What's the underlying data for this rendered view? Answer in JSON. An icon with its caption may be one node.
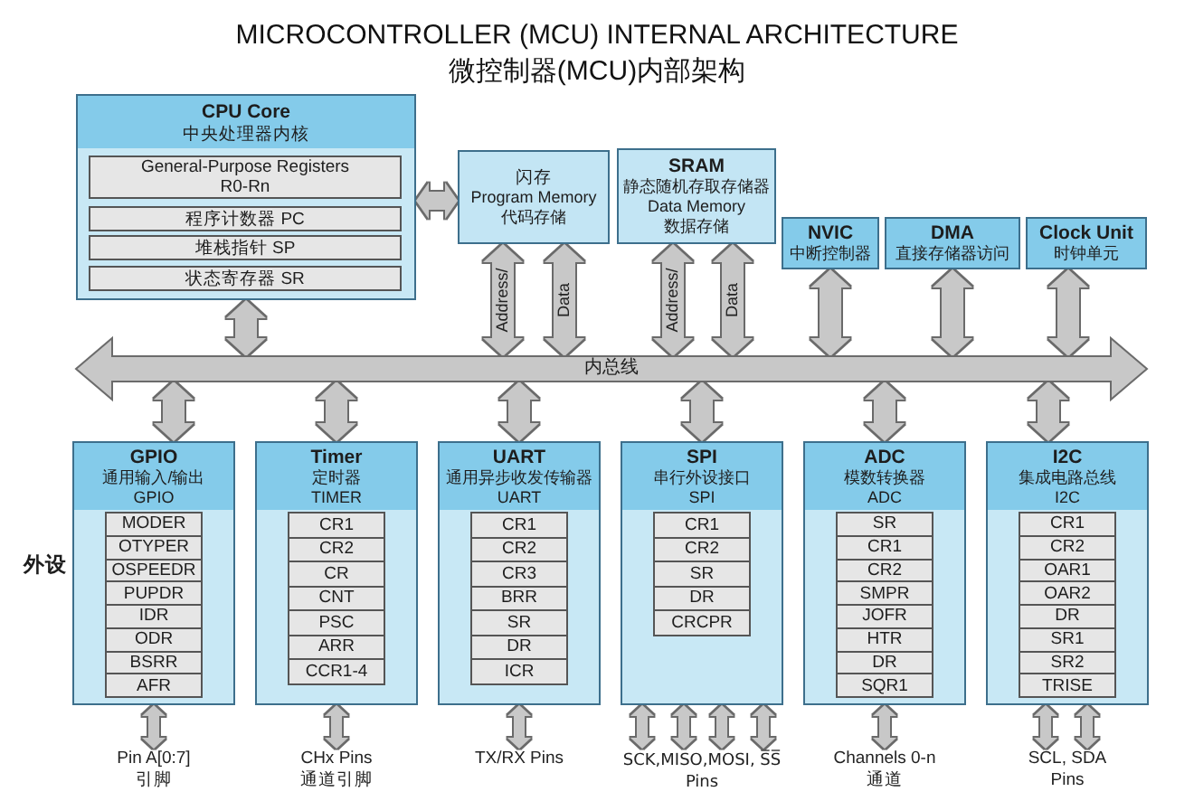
{
  "diagram": {
    "title": "MICROCONTROLLER (MCU) INTERNAL ARCHITECTURE 微控制器(MCU)内部架构",
    "nodes": [
      {
        "text": [
          "CPU Core",
          "中央处理器内核"
        ]
      },
      {
        "text": [
          "General-Purpose Registers R0-Rn"
        ],
        "in": 0
      },
      {
        "text": [
          "程序计数器 PC"
        ],
        "in": 0
      },
      {
        "text": [
          "堆栈指针 SP"
        ],
        "in": 0
      },
      {
        "text": [
          "状态寄存器 SR"
        ],
        "in": 0
      },
      {
        "text": [
          "闪存",
          "Program Memory",
          "代码存储"
        ]
      },
      {
        "text": [
          "SRAM",
          "静态随机存取存储器",
          "Data Memory",
          "数据存储"
        ]
      },
      {
        "text": [
          "NVIC",
          "中断控制器"
        ]
      },
      {
        "text": [
          "DMA",
          "直接存储器访问"
        ]
      },
      {
        "text": [
          "Clock Unit",
          "时钟单元"
        ]
      },
      {
        "text": [
          "内总线"
        ]
      },
      {
        "text": [
          "GPIO",
          "通用输入/输出",
          "GPIO"
        ]
      },
      {
        "text": [
          "MODER"
        ],
        "in": 11
      },
      {
        "text": [
          "OTYPER"
        ],
        "in": 11
      },
      {
        "text": [
          "OSPEEDR"
        ],
        "in": 11
      },
      {
        "text": [
          "PUPDR"
        ],
        "in": 11
      },
      {
        "text": [
          "IDR"
        ],
        "in": 11
      },
      {
        "text": [
          "ODR"
        ],
        "in": 11
      },
      {
        "text": [
          "BSRR"
        ],
        "in": 11
      },
      {
        "text": [
          "AFR"
        ],
        "in": 11
      },
      {
        "text": [
          "Timer",
          "定时器",
          "TIMER"
        ]
      },
      {
        "text": [
          "CR1"
        ],
        "in": 20
      },
      {
        "text": [
          "CR2"
        ],
        "in": 20
      },
      {
        "text": [
          "CR"
        ],
        "in": 20
      },
      {
        "text": [
          "CNT"
        ],
        "in": 20
      },
      {
        "text": [
          "PSC"
        ],
        "in": 20
      },
      {
        "text": [
          "ARR"
        ],
        "in": 20
      },
      {
        "text": [
          "CCR1-4"
        ],
        "in": 20
      },
      {
        "text": [
          "UART",
          "通用异步收发传输器",
          "UART"
        ]
      },
      {
        "text": [
          "CR1"
        ],
        "in": 28
      },
      {
        "text": [
          "CR2"
        ],
        "in": 28
      },
      {
        "text": [
          "CR3"
        ],
        "in": 28
      },
      {
        "text": [
          "BRR"
        ],
        "in": 28
      },
      {
        "text": [
          "SR"
        ],
        "in": 28
      },
      {
        "text": [
          "DR"
        ],
        "in": 28
      },
      {
        "text": [
          "ICR"
        ],
        "in": 28
      },
      {
        "text": [
          "SPI",
          "串行外设接口",
          "SPI"
        ]
      },
      {
        "text": [
          "CR1"
        ],
        "in": 36
      },
      {
        "text": [
          "CR2"
        ],
        "in": 36
      },
      {
        "text": [
          "SR"
        ],
        "in": 36
      },
      {
        "text": [
          "DR"
        ],
        "in": 36
      },
      {
        "text": [
          "CRCPR"
        ],
        "in": 36
      },
      {
        "text": [
          "ADC",
          "模数转换器",
          "ADC"
        ]
      },
      {
        "text": [
          "SR"
        ],
        "in": 42
      },
      {
        "text": [
          "CR1"
        ],
        "in": 42
      },
      {
        "text": [
          "CR2"
        ],
        "in": 42
      },
      {
        "text": [
          "SMPR"
        ],
        "in": 42
      },
      {
        "text": [
          "JOFR"
        ],
        "in": 42
      },
      {
        "text": [
          "HTR"
        ],
        "in": 42
      },
      {
        "text": [
          "DR"
        ],
        "in": 42
      },
      {
        "text": [
          "SQR1"
        ],
        "in": 42
      },
      {
        "text": [
          "I2C",
          "集成电路总线",
          "I2C"
        ]
      },
      {
        "text": [
          "CR1"
        ],
        "in": 51
      },
      {
        "text": [
          "CR2"
        ],
        "in": 51
      },
      {
        "text": [
          "OAR1"
        ],
        "in": 51
      },
      {
        "text": [
          "OAR2"
        ],
        "in": 51
      },
      {
        "text": [
          "DR"
        ],
        "in": 51
      },
      {
        "text": [
          "SR1"
        ],
        "in": 51
      },
      {
        "text": [
          "SR2"
        ],
        "in": 51
      },
      {
        "text": [
          "TRISE"
        ],
        "in": 51
      },
      {
        "text": [
          "Pin A[0:7] 引脚"
        ]
      },
      {
        "text": [
          "CHx Pins 通道引脚"
        ]
      },
      {
        "text": [
          "TX/RX Pins"
        ]
      },
      {
        "text": [
          "SCK,MISO,MOSI, S̅S̅ Pins"
        ]
      },
      {
        "text": [
          "Channels 0-n 通道"
        ]
      },
      {
        "text": [
          "SCL, SDA Pins"
        ]
      }
    ],
    "edges": [
      {
        "from": 0,
        "to": 5,
        "arrow": "both"
      },
      {
        "from": 0,
        "to": 10,
        "arrow": "both"
      },
      {
        "from": 5,
        "to": 10,
        "arrow": "both",
        "label": "Address/"
      },
      {
        "from": 5,
        "to": 10,
        "arrow": "both",
        "label": "Data"
      },
      {
        "from": 6,
        "to": 10,
        "arrow": "both",
        "label": "Address/"
      },
      {
        "from": 6,
        "to": 10,
        "arrow": "both",
        "label": "Data"
      },
      {
        "from": 7,
        "to": 10,
        "arrow": "both"
      },
      {
        "from": 8,
        "to": 10,
        "arrow": "both"
      },
      {
        "from": 9,
        "to": 10,
        "arrow": "both"
      },
      {
        "from": 10,
        "to": 11,
        "arrow": "both"
      },
      {
        "from": 10,
        "to": 20,
        "arrow": "both"
      },
      {
        "from": 10,
        "to": 28,
        "arrow": "both"
      },
      {
        "from": 10,
        "to": 36,
        "arrow": "both"
      },
      {
        "from": 10,
        "to": 42,
        "arrow": "both"
      },
      {
        "from": 10,
        "to": 51,
        "arrow": "both"
      },
      {
        "from": 11,
        "to": 60,
        "arrow": "both"
      },
      {
        "from": 20,
        "to": 61,
        "arrow": "both"
      },
      {
        "from": 28,
        "to": 62,
        "arrow": "both"
      },
      {
        "from": 36,
        "to": 63,
        "arrow": "both"
      },
      {
        "from": 36,
        "to": 63,
        "arrow": "both"
      },
      {
        "from": 36,
        "to": 63,
        "arrow": "both"
      },
      {
        "from": 36,
        "to": 63,
        "arrow": "both"
      },
      {
        "from": 42,
        "to": 64,
        "arrow": "both"
      },
      {
        "from": 51,
        "to": 65,
        "arrow": "both"
      },
      {
        "from": 51,
        "to": 65,
        "arrow": "both"
      }
    ],
    "labels": [
      "外设"
    ]
  }
}
